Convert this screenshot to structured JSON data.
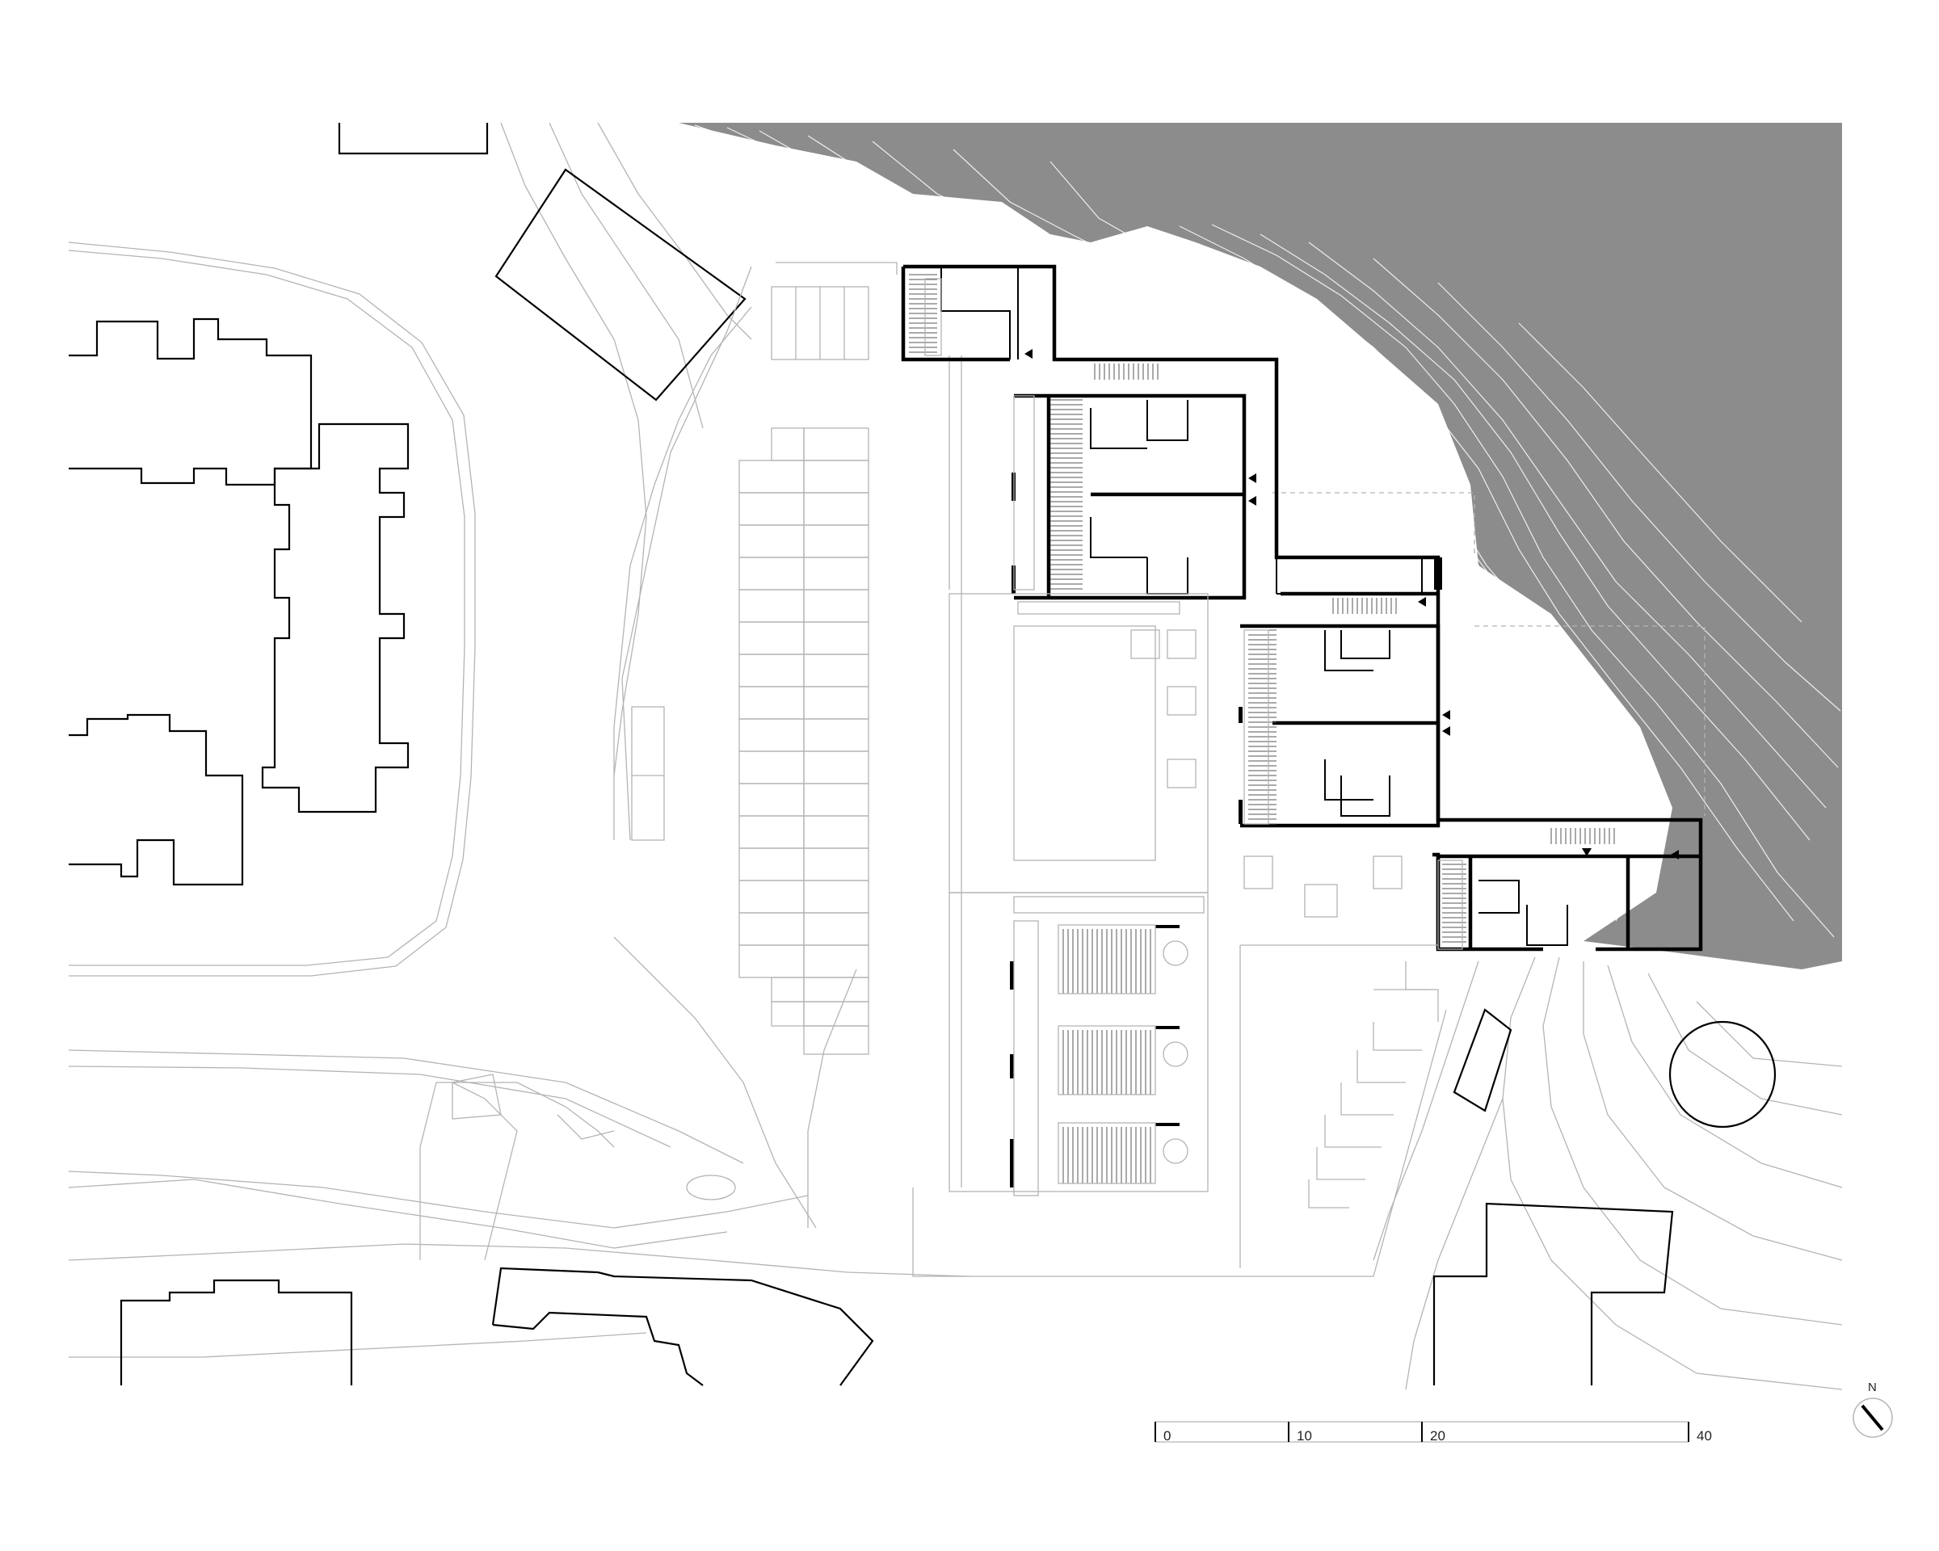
{
  "scale_bar": {
    "labels": [
      "0",
      "10",
      "20",
      "40"
    ]
  },
  "north_arrow": {
    "label": "N"
  },
  "colors": {
    "sea": "#8c8c8c",
    "building_wall": "#000000",
    "context_line": "#b4b4b4",
    "background": "#ffffff"
  }
}
